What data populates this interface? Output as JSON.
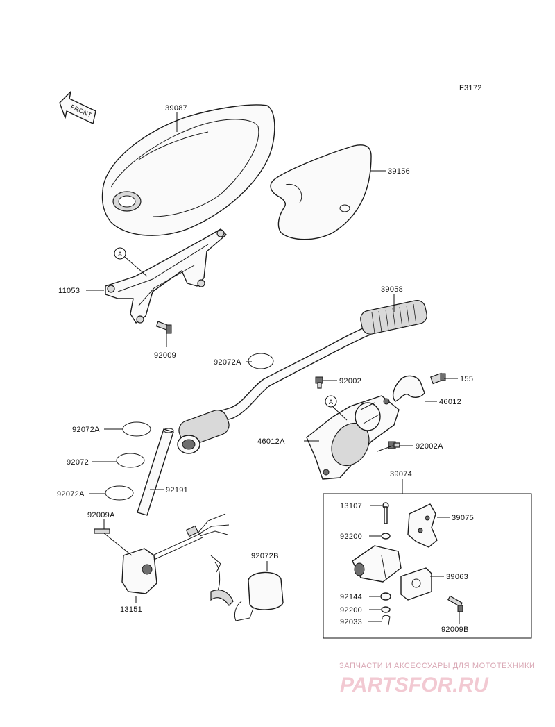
{
  "figure_code": "F3172",
  "front_arrow_label": "FRONT",
  "ref_marker": "A",
  "labels": {
    "p39087": "39087",
    "p39156": "39156",
    "p11053": "11053",
    "p92009": "92009",
    "p92072A_top": "92072A",
    "p39058": "39058",
    "p92002": "92002",
    "p155": "155",
    "p46012": "46012",
    "p46012A": "46012A",
    "p92002A": "92002A",
    "p92072A_1": "92072A",
    "p92072": "92072",
    "p92072A_2": "92072A",
    "p92191": "92191",
    "p92009A": "92009A",
    "p13151": "13151",
    "p92072B": "92072B",
    "p39074": "39074",
    "p13107": "13107",
    "p39075": "39075",
    "p92200_1": "92200",
    "p39063": "39063",
    "p92144": "92144",
    "p92200_2": "92200",
    "p92033": "92033",
    "p92009B": "92009B"
  },
  "watermark": {
    "line1": "ЗАПЧАСТИ И АКСЕССУАРЫ ДЛЯ МОТОТЕХНИКИ",
    "line2": "PARTSFOR.RU"
  }
}
